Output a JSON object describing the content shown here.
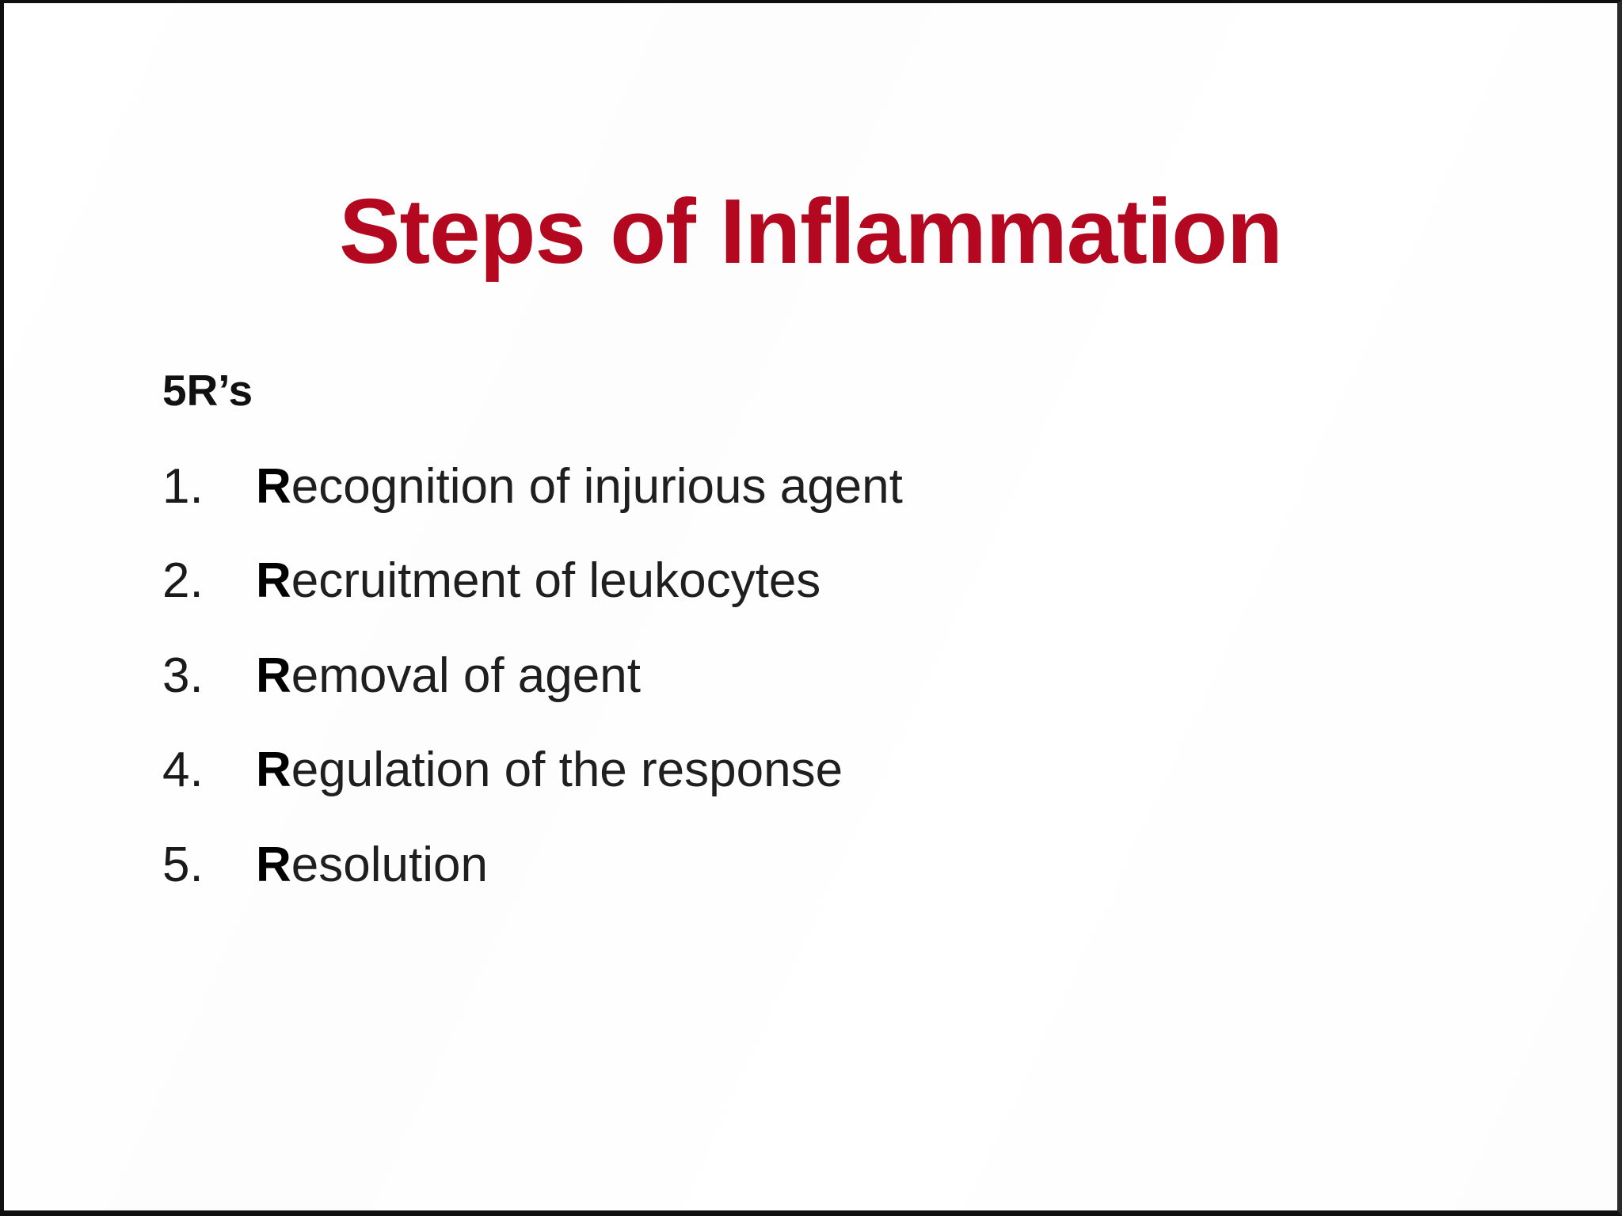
{
  "slide": {
    "title": "Steps of Inflammation",
    "title_color": "#b30820",
    "subhead": "5R’s",
    "body_color": "#1a1a1a",
    "background_color": "#ffffff",
    "border_color": "#101010"
  },
  "steps": [
    {
      "number": "1.",
      "initial": "R",
      "rest": "ecognition of injurious agent",
      "full": "Recognition of injurious agent"
    },
    {
      "number": "2.",
      "initial": "R",
      "rest": "ecruitment of leukocytes",
      "full": "Recruitment of leukocytes"
    },
    {
      "number": "3.",
      "initial": "R",
      "rest": "emoval of agent",
      "full": "Removal of agent"
    },
    {
      "number": "4.",
      "initial": "R",
      "rest": "egulation of the response",
      "full": "Regulation of the response"
    },
    {
      "number": "5.",
      "initial": "R",
      "rest": "esolution",
      "full": "Resolution"
    }
  ]
}
